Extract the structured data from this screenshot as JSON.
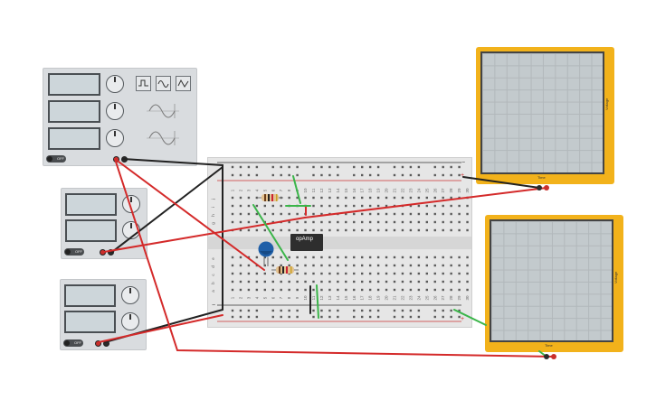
{
  "function_generator": {
    "waveform_buttons": [
      "square-wave-icon",
      "sine-wave-icon",
      "triangle-wave-icon"
    ],
    "power_label": "OFF"
  },
  "power_supplies": [
    {
      "power_label": "OFF"
    },
    {
      "power_label": "OFF"
    }
  ],
  "breadboard": {
    "column_numbers": [
      "1",
      "2",
      "3",
      "4",
      "5",
      "6",
      "7",
      "8",
      "9",
      "10",
      "11",
      "12",
      "13",
      "14",
      "15",
      "16",
      "17",
      "18",
      "19",
      "20",
      "21",
      "22",
      "23",
      "24",
      "25",
      "26",
      "27",
      "28",
      "29",
      "30"
    ],
    "rows_top": [
      "j",
      "i",
      "h",
      "g",
      "f"
    ],
    "rows_bottom": [
      "e",
      "d",
      "c",
      "b",
      "a"
    ],
    "rail_plus": "+",
    "rail_minus": "−"
  },
  "components": {
    "opamp_label": "opAmp"
  },
  "oscilloscopes": [
    {
      "x_label": "Time",
      "y_label": "Voltage"
    },
    {
      "x_label": "Time",
      "y_label": "Voltage"
    }
  ],
  "colors": {
    "scope_frame": "#f2b21b",
    "wire_red": "#d42a2a",
    "wire_black": "#222222",
    "wire_green": "#3bb54a",
    "capacitor": "#1f5fa8"
  }
}
